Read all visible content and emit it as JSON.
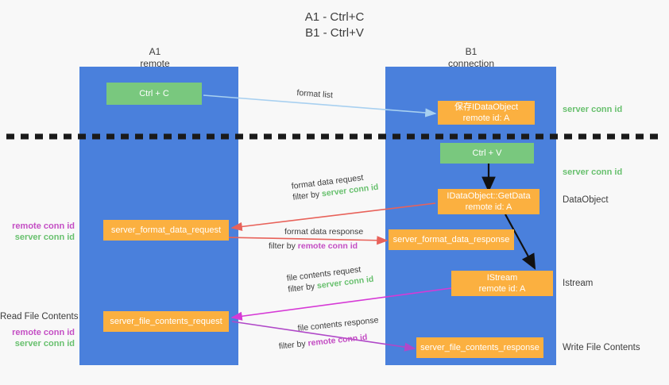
{
  "title": {
    "line1": "A1 - Ctrl+C",
    "line2": "B1 - Ctrl+V"
  },
  "columns": [
    {
      "name": "A1",
      "sub": "remote"
    },
    {
      "name": "B1",
      "sub": "connection"
    }
  ],
  "boxes": {
    "ctrl_c": {
      "line1": "Ctrl + C",
      "line2": ""
    },
    "save_idataobject": {
      "line1": "保存IDataObject",
      "line2": "remote id: A"
    },
    "ctrl_v": {
      "line1": "Ctrl + V",
      "line2": ""
    },
    "getdata": {
      "line1": "IDataObject::GetData",
      "line2": "remote id: A"
    },
    "format_data_request": {
      "line1": "server_format_data_request",
      "line2": ""
    },
    "format_data_response": {
      "line1": "server_format_data_response",
      "line2": ""
    },
    "istream": {
      "line1": "IStream",
      "line2": "remote id: A"
    },
    "file_contents_request": {
      "line1": "server_file_contents_request",
      "line2": ""
    },
    "file_contents_response": {
      "line1": "server_file_contents_response",
      "line2": ""
    }
  },
  "right_labels": {
    "server_conn_id_1": "server conn id",
    "server_conn_id_2": "server conn id",
    "dataobject": "DataObject",
    "istream": "Istream",
    "write_file_contents": "Write File Contents"
  },
  "left_labels": {
    "remote_conn_id_1": "remote conn id",
    "server_conn_id_1": "server conn id",
    "read_file_contents": "Read File Contents",
    "remote_conn_id_2": "remote conn id",
    "server_conn_id_2": "server conn id"
  },
  "edges": [
    {
      "id": "format-list",
      "line1": "format list",
      "line2": "",
      "filter_prefix": "",
      "filter_value": "",
      "color": "#a8d0f0"
    },
    {
      "id": "format-data-request",
      "line1": "format data request",
      "line2": "filter by ",
      "filter_prefix": "filter by ",
      "filter_value": "server conn id",
      "color": "#e8625a"
    },
    {
      "id": "format-data-response",
      "line1": "format data response",
      "line2": "filter by ",
      "filter_prefix": "filter by ",
      "filter_value": "remote conn id",
      "color": "#e8625a"
    },
    {
      "id": "file-contents-request",
      "line1": "file contents request",
      "line2": "filter by ",
      "filter_prefix": "filter by ",
      "filter_value": "server conn id",
      "color": "#d63ad6"
    },
    {
      "id": "file-contents-response",
      "line1": "file contents response",
      "line2": "filter by ",
      "filter_prefix": "filter by ",
      "filter_value": "remote conn id",
      "color": "#b048c8"
    }
  ],
  "colors": {
    "band": "#4a80dc",
    "green_box": "#79c87e",
    "orange_box": "#fbb040",
    "green_text": "#68c06e",
    "purple_text": "#c44ec4",
    "red_arrow": "#e8625a",
    "magenta_arrow": "#d63ad6",
    "light_blue_arrow": "#a8d0f0",
    "divider": "#1a1a1a",
    "background": "#f8f8f8"
  }
}
